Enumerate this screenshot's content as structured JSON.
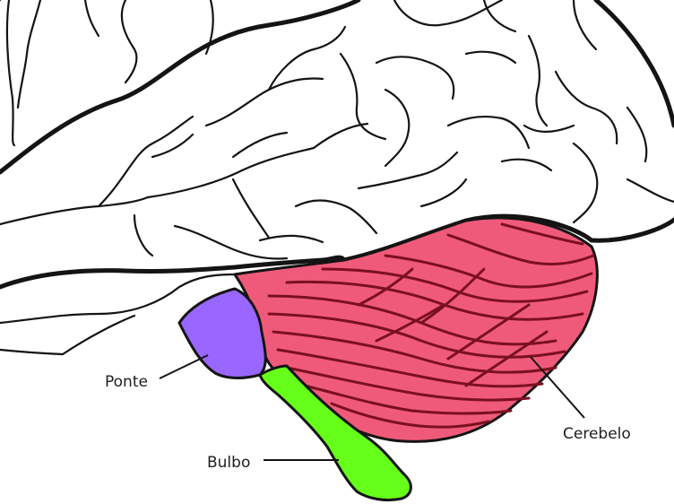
{
  "labels": {
    "ponte": "Ponte",
    "bulbo": "Bulbo",
    "cerebelo": "Cerebelo"
  },
  "colors": {
    "background": "#ffffff",
    "outline": "#141414",
    "ponte": "#9966ff",
    "bulbo": "#66ff1a",
    "cerebelo": "#f05a7a",
    "cerebelo_folia": "#7a1020"
  },
  "icons": {
    "brain": "brain-illustration"
  }
}
